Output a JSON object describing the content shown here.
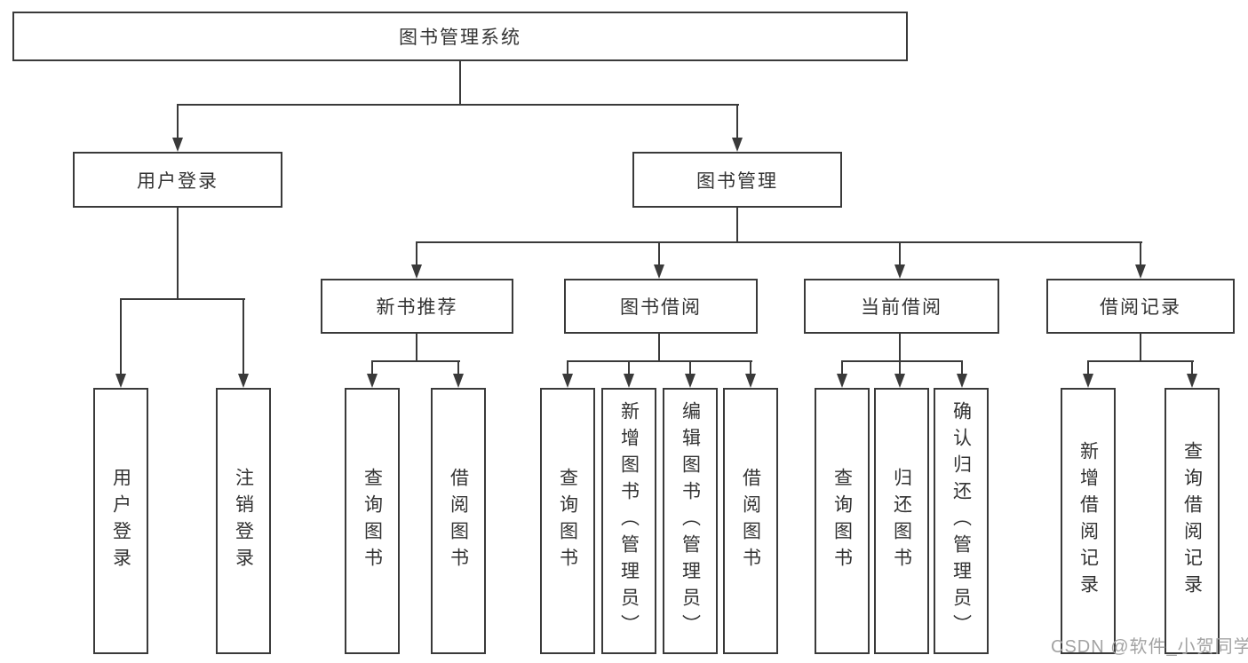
{
  "diagram": {
    "title": "图书管理系统",
    "branches": [
      {
        "label": "用户登录",
        "children": [
          {
            "label": "用户登录"
          },
          {
            "label": "注销登录"
          }
        ]
      },
      {
        "label": "图书管理",
        "children": [
          {
            "label": "新书推荐",
            "children": [
              {
                "label": "查询图书"
              },
              {
                "label": "借阅图书"
              }
            ]
          },
          {
            "label": "图书借阅",
            "children": [
              {
                "label": "查询图书"
              },
              {
                "label": "新增图书（管理员）"
              },
              {
                "label": "编辑图书（管理员）"
              },
              {
                "label": "借阅图书"
              }
            ]
          },
          {
            "label": "当前借阅",
            "children": [
              {
                "label": "查询图书"
              },
              {
                "label": "归还图书"
              },
              {
                "label": "确认归还（管理员）"
              }
            ]
          },
          {
            "label": "借阅记录",
            "children": [
              {
                "label": "新增借阅记录"
              },
              {
                "label": "查询借阅记录"
              }
            ]
          }
        ]
      }
    ]
  },
  "watermark": {
    "text": "CSDN @软件_小贺同学"
  },
  "colors": {
    "line": "#3a3a3a",
    "text": "#333333",
    "background": "#ffffff",
    "watermark": "#a3a3a3"
  }
}
